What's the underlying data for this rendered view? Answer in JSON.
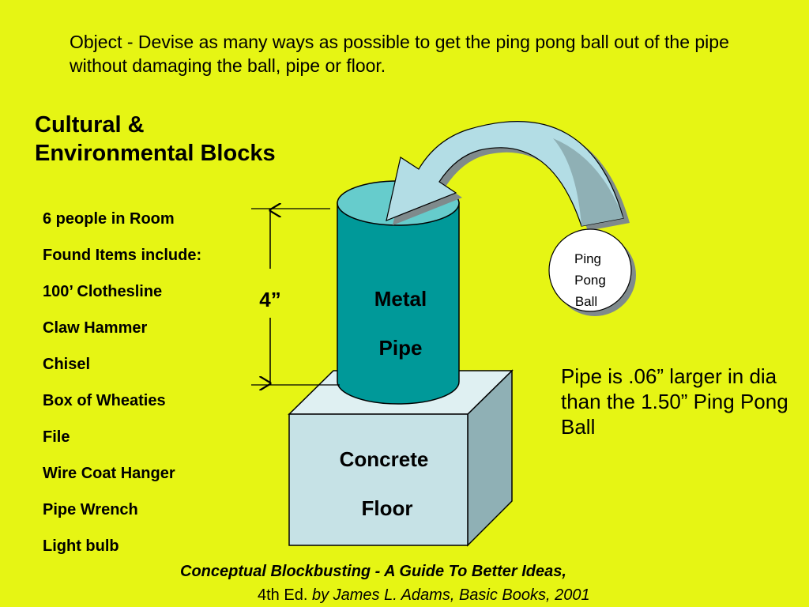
{
  "objective": "Object - Devise as many ways as possible to get the ping pong ball out of the pipe without damaging the ball, pipe or floor.",
  "section_title": {
    "line1": "Cultural &",
    "line2": "Environmental Blocks"
  },
  "items": [
    "6 people in Room",
    "Found Items include:",
    "100’ Clothesline",
    "Claw Hammer",
    "Chisel",
    "Box of Wheaties",
    "File",
    "Wire Coat Hanger",
    "Pipe Wrench",
    "Light bulb"
  ],
  "diagram": {
    "height_label": "4”",
    "pipe_label_line1": "Metal",
    "pipe_label_line2": "Pipe",
    "floor_label_line1": "Concrete",
    "floor_label_line2": "Floor",
    "ball_label_line1": "Ping",
    "ball_label_line2": "Pong",
    "ball_label_line3": "Ball",
    "colors": {
      "background": "#e6f514",
      "pipe": "#009999",
      "pipe_top": "#66cccc",
      "floor_front": "#c6e2e6",
      "floor_top": "#dff0f2",
      "floor_side": "#8fb0b5",
      "arrow": "#b3dde5"
    }
  },
  "note": "Pipe is .06” larger in dia than the 1.50” Ping Pong Ball",
  "citation": {
    "line1": "Conceptual Blockbusting - A Guide To Better Ideas,",
    "line2_edition": "4th Ed.",
    "line2_rest": "by James L. Adams, Basic Books, 2001"
  }
}
